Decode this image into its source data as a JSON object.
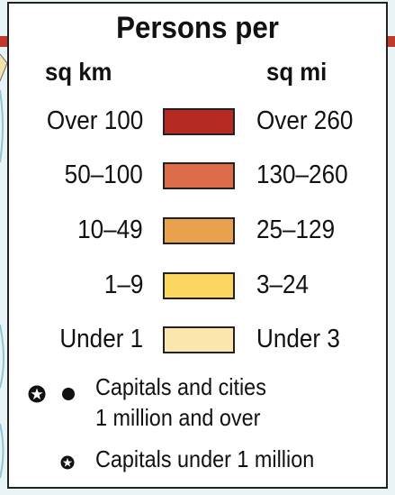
{
  "legend": {
    "title": "Persons per",
    "unit_left": "sq km",
    "unit_right": "sq mi",
    "classes": [
      {
        "km": "Over 100",
        "mi": "Over 260",
        "color": "#b52a22"
      },
      {
        "km": "50–100",
        "mi": "130–260",
        "color": "#dc6b4a"
      },
      {
        "km": "10–49",
        "mi": "25–129",
        "color": "#e9a24e"
      },
      {
        "km": "1–9",
        "mi": "3–24",
        "color": "#fbd660"
      },
      {
        "km": "Under 1",
        "mi": "Under 3",
        "color": "#fce6b0"
      }
    ],
    "symbols": {
      "large_line1": "Capitals and cities",
      "large_line2": "1 million and over",
      "small": "Capitals under 1 million"
    }
  }
}
